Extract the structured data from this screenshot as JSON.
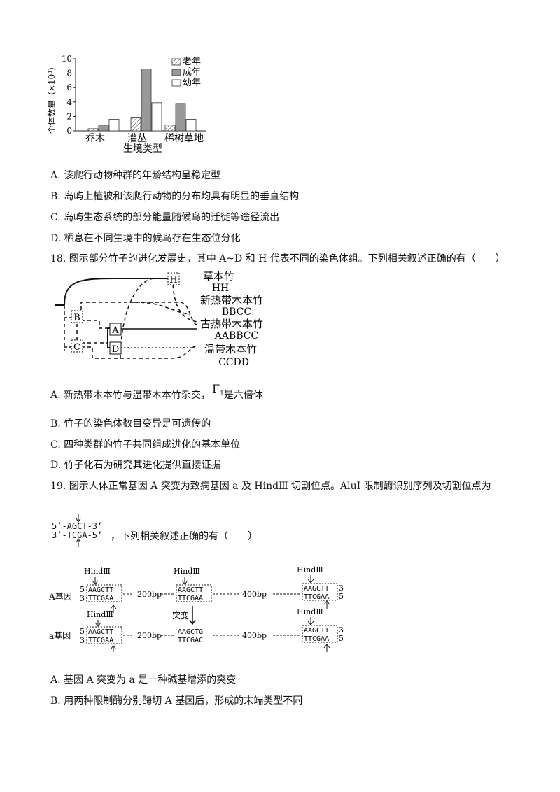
{
  "chart17": {
    "chart_data": {
      "type": "bar",
      "categories": [
        "乔木",
        "灌丛",
        "稀树草地"
      ],
      "series": [
        {
          "name": "老年",
          "values": [
            0.3,
            1.9,
            0.8
          ]
        },
        {
          "name": "成年",
          "values": [
            0.8,
            8.6,
            3.8
          ]
        },
        {
          "name": "幼年",
          "values": [
            1.6,
            3.9,
            1.6
          ]
        }
      ],
      "ylim": [
        0,
        10
      ],
      "yticks": [
        "0",
        "2",
        "4",
        "6",
        "8",
        "10"
      ],
      "ylabel": "个体数量（×10³）",
      "xlabel": "生境类型",
      "legend_position": "top-right"
    },
    "colors": {
      "old": "#ffffff",
      "adult": "#999999",
      "young": "#ffffff",
      "axis": "#222222"
    }
  },
  "q17_options": [
    "A. 该爬行动物种群的年龄结构呈稳定型",
    "B. 岛屿上植被和该爬行动物的分布均具有明显的垂直结构",
    "C. 岛屿生态系统的部分能量随候鸟的迁徙等途径流出",
    "D. 栖息在不同生境中的候鸟存在生态位分化"
  ],
  "q18": {
    "stem": "18. 图示部分竹子的进化发展史，其中 A~D 和 H 代表不同的染色体组。下列相关叙述正确的有（　　）",
    "diagram": {
      "boxes": [
        "H",
        "B",
        "C",
        "A",
        "D"
      ],
      "species": [
        {
          "name": "草本竹",
          "genome": "HH"
        },
        {
          "name": "新热带木本竹",
          "genome": "BBCC"
        },
        {
          "name": "古热带木本竹",
          "genome": "AABBCC"
        },
        {
          "name": "温带木本竹",
          "genome": "CCDD"
        }
      ]
    },
    "option_a_pre": "A. 新热带木本竹与温带木本竹杂交，",
    "option_a_f": "F",
    "option_a_sub": "1",
    "option_a_post": "是六倍体",
    "options": [
      "B. 竹子的染色体数目变异是可遗传的",
      "C. 四种类群的竹子共同组成进化的基本单位",
      "D. 竹子化石为研究其进化提供直接证据"
    ]
  },
  "q19": {
    "stem": "19. 图示人体正常基因 A 突变为致病基因 a 及 HindⅢ 切割位点。AluⅠ 限制酶识别序列及切割位点为",
    "seq_top": "5’-AGCT-3’",
    "seq_bottom": "3’-TCGA-5’",
    "stem_tail": "，下列相关叙述正确的有（　　）",
    "diagram": {
      "enzyme": "HindⅢ",
      "gene_a_label": "A基因",
      "gene_a2_label": "a基因",
      "five": "5",
      "three": "3",
      "site_top": "AAGCTT",
      "site_bottom": "TTCGAA",
      "mut_top": "AAGCTG",
      "mut_bottom": "TTCGAC",
      "mutation": "突变",
      "dist1": "200bp",
      "dist2": "400bp"
    },
    "options": [
      "A. 基因 A 突变为 a 是一种碱基增添的突变",
      "B. 用两种限制酶分别酶切 A 基因后，形成的末端类型不同"
    ]
  }
}
